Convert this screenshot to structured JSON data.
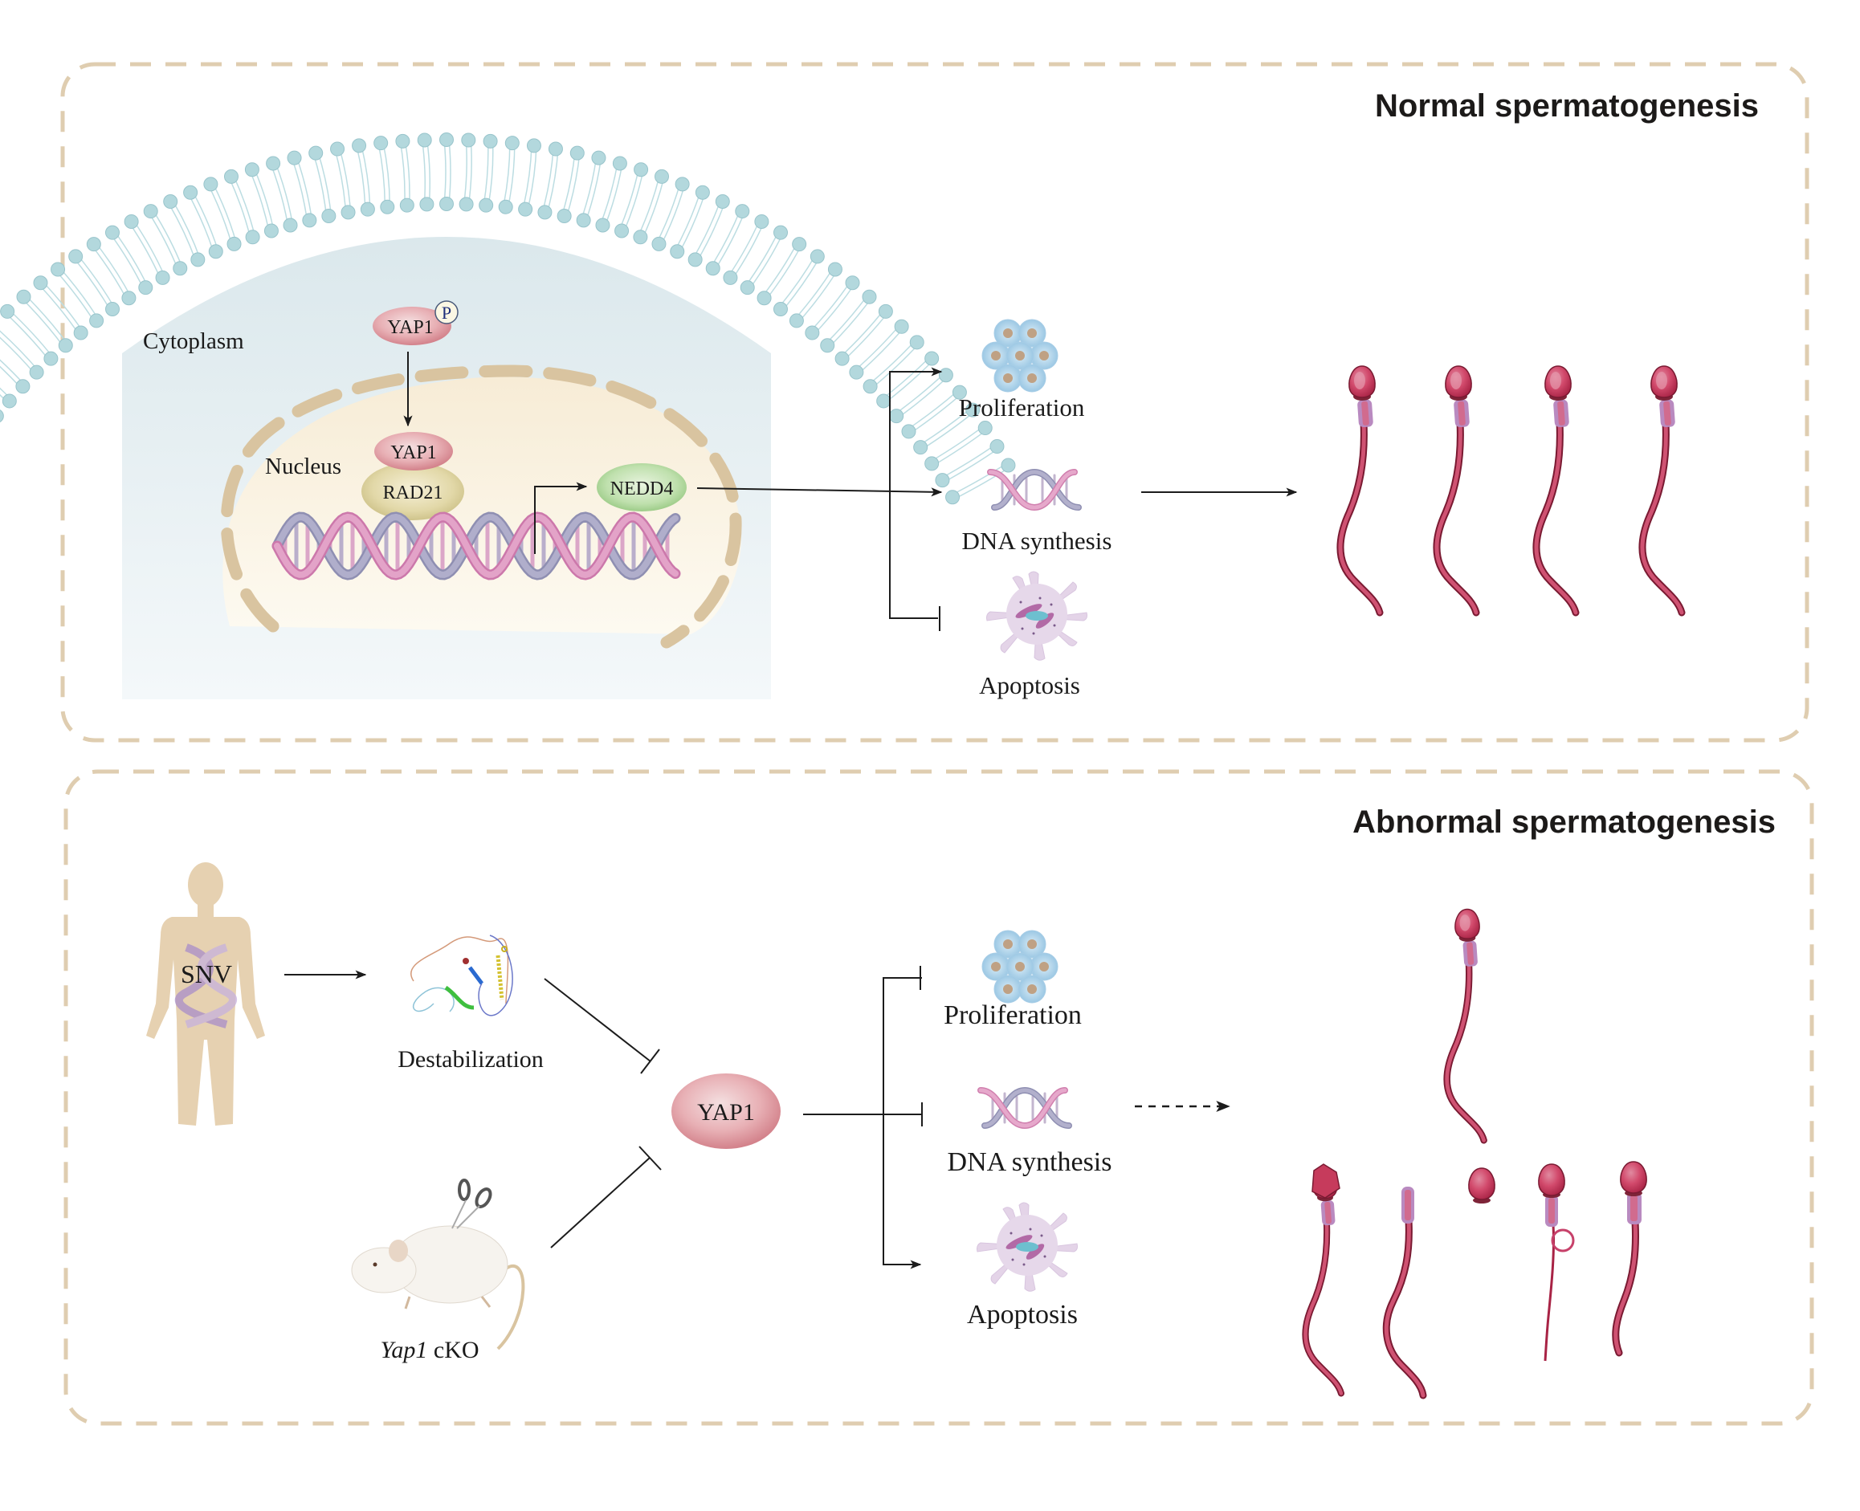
{
  "panels": {
    "normal": {
      "title": "Normal spermatogenesis",
      "labels": {
        "cytoplasm": "Cytoplasm",
        "nucleus": "Nucleus",
        "yap1_phospho": "YAP1",
        "phospho": "P",
        "yap1_nuclear": "YAP1",
        "rad21": "RAD21",
        "nedd4": "NEDD4"
      },
      "outcomes": [
        {
          "label": "Proliferation",
          "effect": "promote",
          "icon": "cell-cluster-icon"
        },
        {
          "label": "DNA synthesis",
          "effect": "promote",
          "icon": "dna-helix-icon"
        },
        {
          "label": "Apoptosis",
          "effect": "inhibit",
          "icon": "apoptotic-cell-icon"
        }
      ],
      "result": {
        "sperm_count": 4,
        "morphology": "normal"
      }
    },
    "abnormal": {
      "title": "Abnormal spermatogenesis",
      "labels": {
        "snv": "SNV",
        "destabilization": "Destabilization",
        "yap1": "YAP1",
        "cko_gene": "Yap1",
        "cko_suffix": " cKO"
      },
      "outcomes": [
        {
          "label": "Proliferation",
          "effect": "inhibit",
          "icon": "cell-cluster-icon"
        },
        {
          "label": "DNA synthesis",
          "effect": "inhibit",
          "icon": "dna-helix-icon"
        },
        {
          "label": "Apoptosis",
          "effect": "promote",
          "icon": "apoptotic-cell-icon"
        }
      ],
      "result": {
        "sperm_count": 6,
        "morphology": "1 normal, 5 abnormal (misshapen head, headless, tailless head, coiled tail, short tail)"
      }
    }
  },
  "colors": {
    "border": "#dfcdb0",
    "yap1": "#d98a92",
    "rad21": "#cfc48a",
    "nedd4": "#9fcf8f",
    "sperm_head": "#c9385a",
    "sperm_midpiece": "#b98ac0",
    "membrane": "#b3d8dd",
    "cytoplasm": "#dde9ee",
    "nucleus": "#f8efd9",
    "nuclear_envelope": "#d9c4a0"
  }
}
